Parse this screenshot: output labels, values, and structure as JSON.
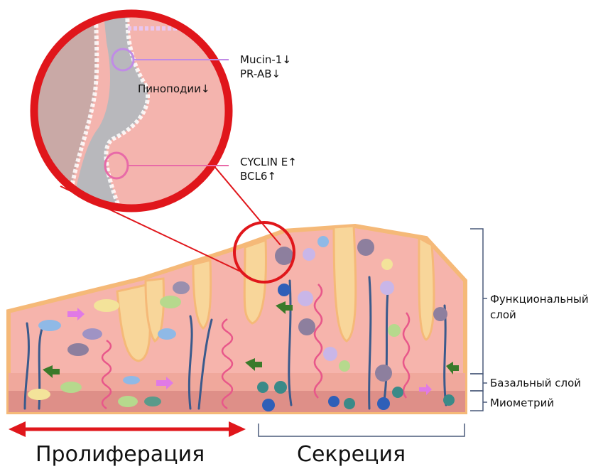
{
  "markers": {
    "mucin": "Mucin-1↓",
    "pr_ab": "PR-AB↓",
    "pinopodia": "Пинοподии↓",
    "cyclin": "CYCLIN E↑",
    "bcl6": "BCL6↑"
  },
  "layers": {
    "functional": "Функциональный слой",
    "basal": "Базальный слой",
    "myometrium": "Миометрий"
  },
  "phases": {
    "proliferation": "Пролиферация",
    "secretion": "Секреция"
  },
  "colors": {
    "tissue": "#f6b0a8",
    "epithelium": "#f7c98a",
    "highlight": "#e0161b",
    "vessel_red": "#e8578a",
    "vessel_blue": "#3a5a8c",
    "purple": "#c9a3e6",
    "pink": "#e86aa8"
  }
}
